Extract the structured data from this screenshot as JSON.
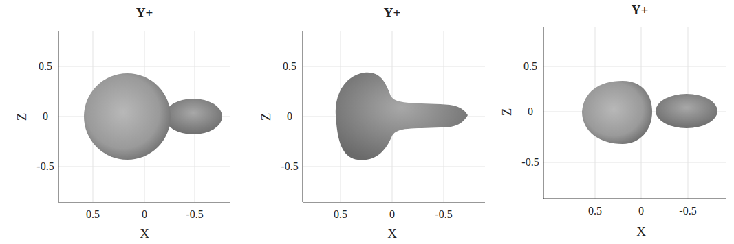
{
  "diagram": {
    "labels": [
      "Y+",
      "0.5",
      "0",
      "-0.5",
      "0.5",
      "0",
      "-0.5",
      "Z",
      "X",
      "Y+",
      "0.5",
      "0",
      "-0.5",
      "0.5",
      "0",
      "-0.5",
      "Z",
      "X",
      "Y+",
      "0.5",
      "0",
      "-0.5",
      "0.5",
      "0",
      "-0.5",
      "Z",
      "X"
    ]
  }
}
